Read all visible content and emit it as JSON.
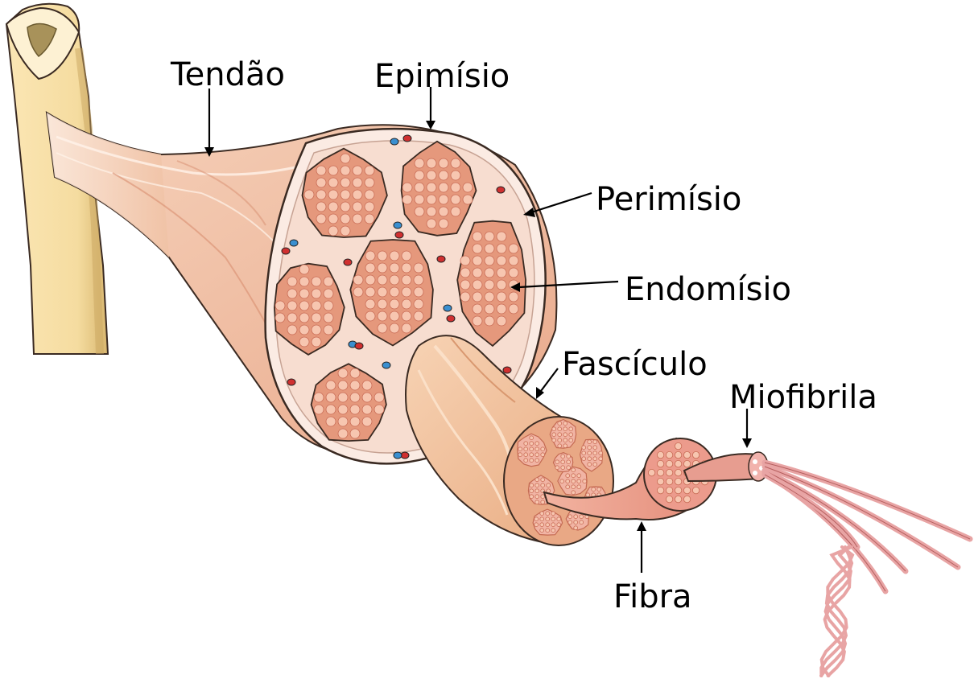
{
  "labels": {
    "tendao": "Tendão",
    "epimisio": "Epimísio",
    "perimisio": "Perimísio",
    "endomisio": "Endomísio",
    "fasciculo": "Fascículo",
    "miofibrila": "Miofibrila",
    "fibra": "Fibra"
  },
  "colors": {
    "bone": "#f5dca0",
    "bone_dark": "#d9b870",
    "muscle": "#f2c4a8",
    "muscle_dark": "#e2a184",
    "epimysium": "#fbebe3",
    "fascicle_fill": "#e5987c",
    "fiber_dot": "#f7c6b0",
    "myofibril": "#e39a9a",
    "vessel_red": "#d03030",
    "vessel_blue": "#3a8fd0",
    "outline": "#3a2a22"
  },
  "icons": [
    "bone-icon",
    "muscle-icon",
    "fascicle-icon",
    "fiber-icon",
    "myofibril-icon",
    "arrow-icon"
  ]
}
